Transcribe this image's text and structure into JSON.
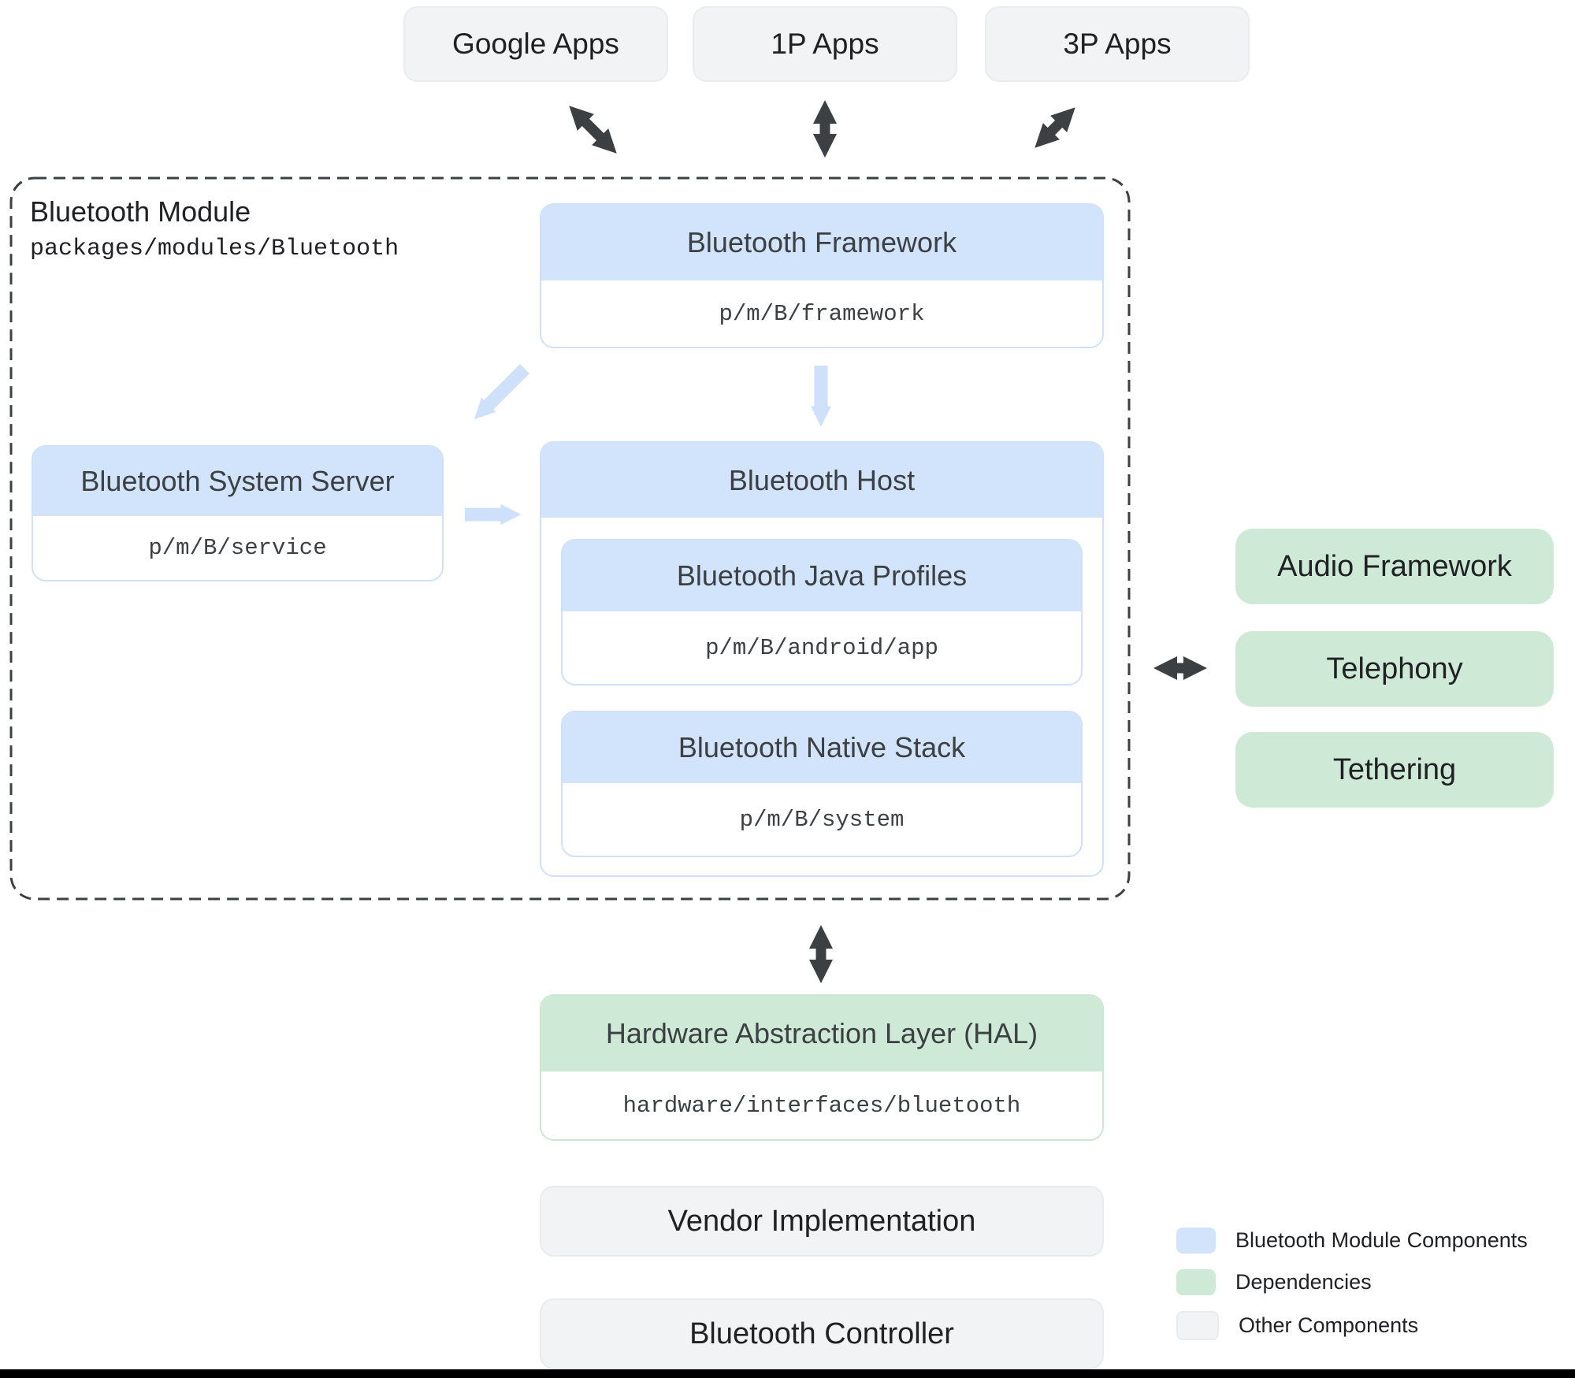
{
  "top_apps": [
    {
      "label": "Google Apps"
    },
    {
      "label": "1P Apps"
    },
    {
      "label": "3P Apps"
    }
  ],
  "module": {
    "title": "Bluetooth Module",
    "path": "packages/modules/Bluetooth",
    "framework": {
      "title": "Bluetooth Framework",
      "path": "p/m/B/framework"
    },
    "system_server": {
      "title": "Bluetooth System Server",
      "path": "p/m/B/service"
    },
    "host": {
      "title": "Bluetooth Host",
      "java_profiles": {
        "title": "Bluetooth Java Profiles",
        "path": "p/m/B/android/app"
      },
      "native_stack": {
        "title": "Bluetooth Native Stack",
        "path": "p/m/B/system"
      }
    }
  },
  "dependencies": [
    {
      "label": "Audio Framework"
    },
    {
      "label": "Telephony"
    },
    {
      "label": "Tethering"
    }
  ],
  "hal": {
    "title": "Hardware Abstraction Layer (HAL)",
    "path": "hardware/interfaces/bluetooth"
  },
  "bottom_boxes": [
    {
      "label": "Vendor Implementation"
    },
    {
      "label": "Bluetooth Controller"
    }
  ],
  "legend": [
    {
      "label": "Bluetooth Module Components",
      "color": "#d2e3fc"
    },
    {
      "label": "Dependencies",
      "color": "#ceead6"
    },
    {
      "label": "Other Components",
      "color": "#f1f3f4"
    }
  ],
  "colors": {
    "module_component_fill": "#d2e3fc",
    "dependency_fill": "#ceead6",
    "other_fill": "#f1f3f4",
    "dark_arrow": "#3c4043",
    "light_arrow": "#cfe0fb",
    "boundary_dash": "#3c4043"
  }
}
